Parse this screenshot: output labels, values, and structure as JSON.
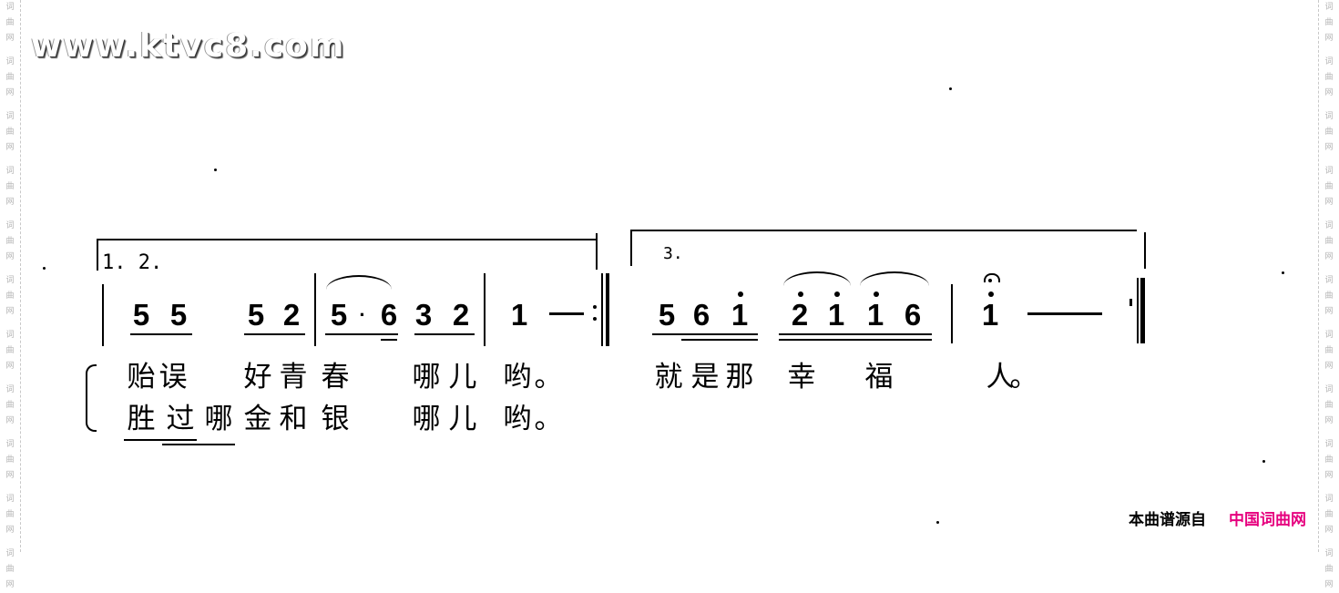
{
  "watermark": {
    "side_text": [
      "词",
      "曲",
      "网"
    ],
    "site": "www.ktvc8.com"
  },
  "score": {
    "ending_1": "1. 2.",
    "ending_2": "3.",
    "notes_part1": [
      "5",
      "5",
      "5",
      "2",
      "5",
      "·",
      "6",
      "3",
      "2",
      "1"
    ],
    "notes_part2": [
      "5",
      "6",
      "1",
      "2",
      "1",
      "1",
      "6",
      "1"
    ],
    "tie_symbol": ":"
  },
  "lyrics": {
    "verse1_part1": [
      "贻",
      "误",
      "好",
      "青",
      "春",
      "哪",
      "儿",
      "哟",
      "。"
    ],
    "verse2": [
      "胜",
      "过",
      "哪",
      "金",
      "和",
      "银",
      "哪",
      "儿",
      "哟",
      "。"
    ],
    "verse1_part2": [
      "就",
      "是",
      "那",
      "幸",
      "福",
      "人",
      "。"
    ]
  },
  "footer": {
    "source_label": "本曲谱源自",
    "source_name": "中国词曲网",
    "source_color": "#e6007e"
  }
}
